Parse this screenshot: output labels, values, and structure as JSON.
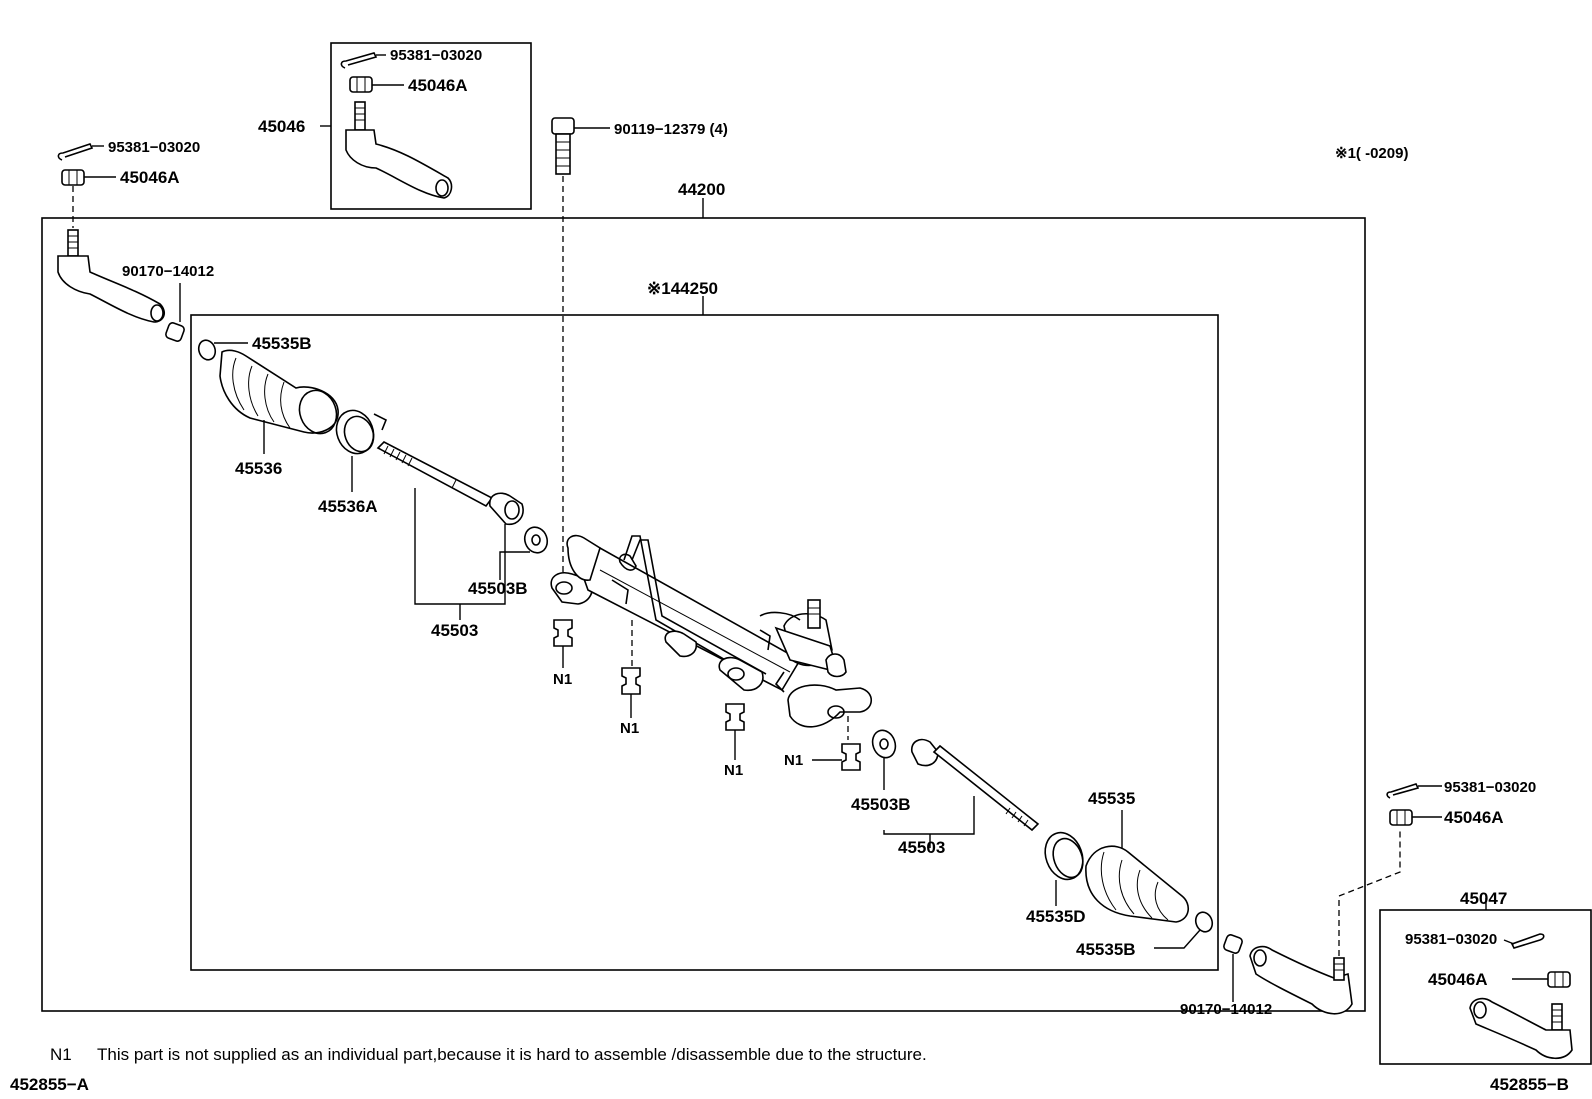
{
  "labels": {
    "p45046": "45046",
    "p95381_top": "95381−03020",
    "p45046A_top": "45046A",
    "p95381_left": "95381−03020",
    "p45046A_left": "45046A",
    "p90119": "90119−12379 (4)",
    "p_note1": "※1(     -0209)",
    "p44200": "44200",
    "p90170_left": "90170−14012",
    "p144250": "※144250",
    "p45535B_top": "45535B",
    "p45536": "45536",
    "p45536A": "45536A",
    "p45503B_left": "45503B",
    "p45503_left": "45503",
    "n1_a": "N1",
    "n1_b": "N1",
    "n1_c": "N1",
    "n1_d": "N1",
    "p45503B_right": "45503B",
    "p45503_right": "45503",
    "p45535": "45535",
    "p45535D": "45535D",
    "p45535B_bottom": "45535B",
    "p90170_right": "90170−14012",
    "p95381_right": "95381−03020",
    "p45046A_right": "45046A",
    "p45047": "45047",
    "p95381_inset": "95381−03020",
    "p45046A_inset": "45046A"
  },
  "footnote": {
    "code": "N1",
    "text": "This part is not supplied as an individual part,because it is hard to assemble /disassemble due to the structure."
  },
  "figure_ids": {
    "left": "452855−A",
    "right": "452855−B"
  }
}
